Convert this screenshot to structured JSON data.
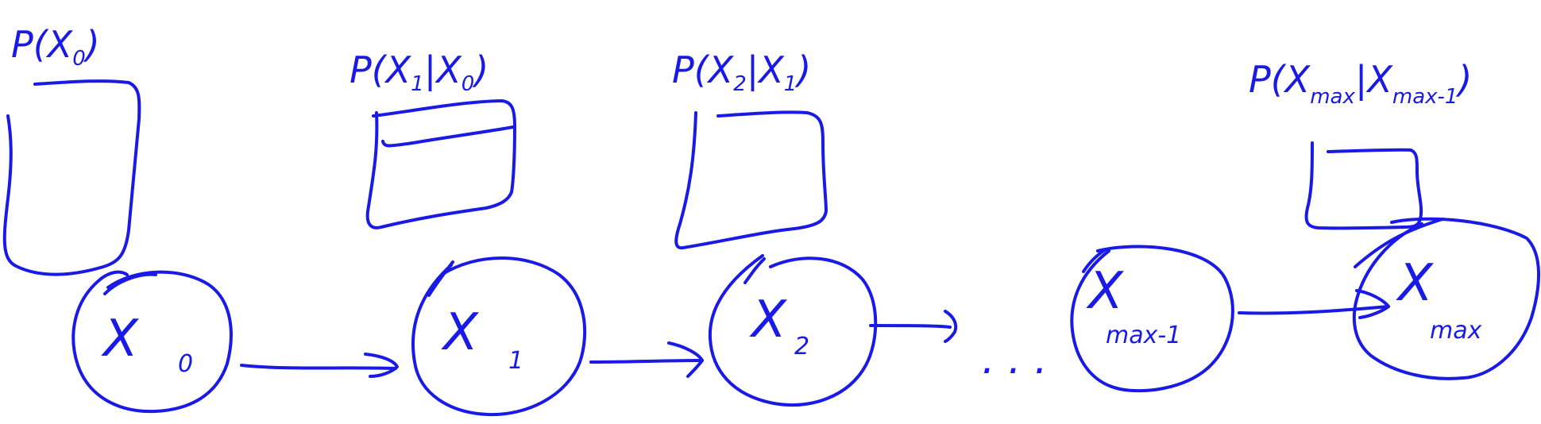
{
  "ink_color": "#1a1ae6",
  "background": "#ffffff",
  "probabilities": [
    {
      "prefix": "P(X",
      "sub": "0",
      "cond_prefix": "",
      "cond_sub": "",
      "suffix": ")"
    },
    {
      "prefix": "P(X",
      "sub": "1",
      "cond_prefix": "|X",
      "cond_sub": "0",
      "suffix": ")"
    },
    {
      "prefix": "P(X",
      "sub": "2",
      "cond_prefix": "|X",
      "cond_sub": "1",
      "suffix": ")"
    },
    {
      "prefix": "P(X",
      "sub": "max",
      "cond_prefix": "|X",
      "cond_sub": "max-1",
      "suffix": ")"
    }
  ],
  "nodes": [
    {
      "main": "X",
      "sub": "0"
    },
    {
      "main": "X",
      "sub": "1"
    },
    {
      "main": "X",
      "sub": "2"
    },
    {
      "main": "X",
      "sub": "max-1"
    },
    {
      "main": "X",
      "sub": "max"
    }
  ],
  "ellipsis": ". . ."
}
